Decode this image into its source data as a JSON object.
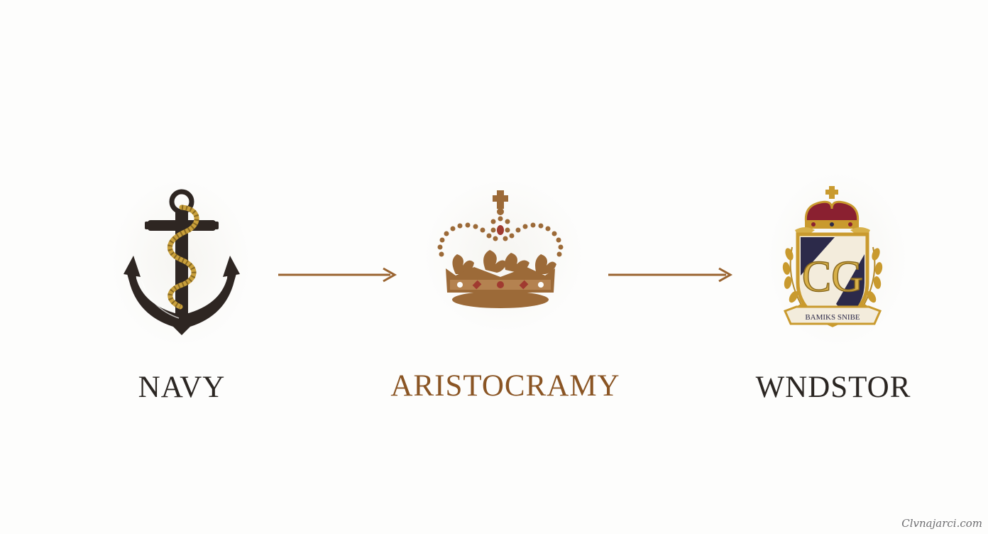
{
  "colors": {
    "background": "#fdfdfc",
    "navy_text": "#2b2622",
    "aristocracy_text": "#8a5524",
    "windsor_text": "#2b2622",
    "arrow": "#9a6430",
    "anchor_body": "#2e2622",
    "rope_gold": "#c9a03c",
    "crown_gold": "#9c6a38",
    "crest_navy": "#2c2a4a",
    "crest_gold": "#d7b049",
    "crest_red": "#8a2030",
    "watermark": "#6d6d70"
  },
  "stages": [
    {
      "label": "NAVY",
      "icon": "anchor-icon"
    },
    {
      "label": "ARISTOCRAMY",
      "icon": "crown-icon"
    },
    {
      "label": "WNDSTOR",
      "icon": "crest-icon"
    }
  ],
  "connectors": [
    {
      "from": "NAVY",
      "to": "ARISTOCRAMY",
      "icon": "arrow-right-icon"
    },
    {
      "from": "ARISTOCRAMY",
      "to": "WNDSTOR",
      "icon": "arrow-right-icon"
    }
  ],
  "crest_banner_text": "BAMIKS SNIBE",
  "crest_monogram": "CG",
  "watermark": "Clvnajarci.com"
}
